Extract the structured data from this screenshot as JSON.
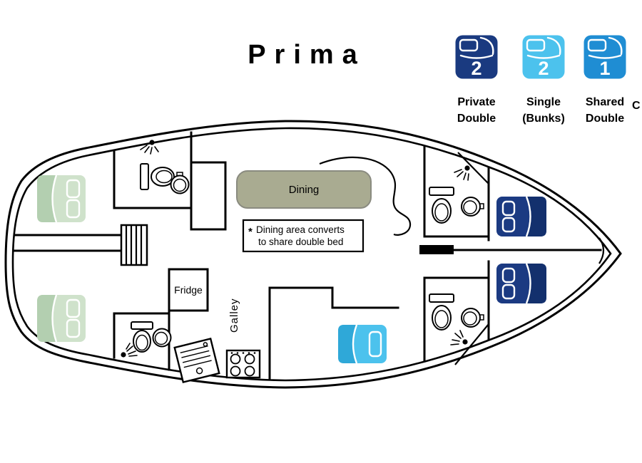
{
  "title": "Prima",
  "legend": {
    "items": [
      {
        "count": "2",
        "line1": "Private",
        "line2": "Double",
        "color": "#1a3a80"
      },
      {
        "count": "2",
        "line1": "Single",
        "line2": "(Bunks)",
        "color": "#4cc2ed"
      },
      {
        "count": "1",
        "line1": "Shared",
        "line2": "Double",
        "color": "#1f8dd3"
      }
    ],
    "partial_label": "C"
  },
  "rooms": {
    "dining_label": "Dining",
    "galley_label": "Galley",
    "fridge_label": "Fridge"
  },
  "note": {
    "marker": "*",
    "line1": "Dining area converts",
    "line2": "to share double bed"
  },
  "colors": {
    "outline": "#000000",
    "bed_green": "#cfe2cb",
    "bed_green_dark": "#b3cfb0",
    "bed_navy": "#1b3a82",
    "bed_navy_dark": "#13306d",
    "bed_cyan": "#4cc2ed",
    "bed_cyan_dark": "#2fa8d8",
    "dining_fill": "#a9ab91",
    "note_marker": "#dd0000"
  }
}
